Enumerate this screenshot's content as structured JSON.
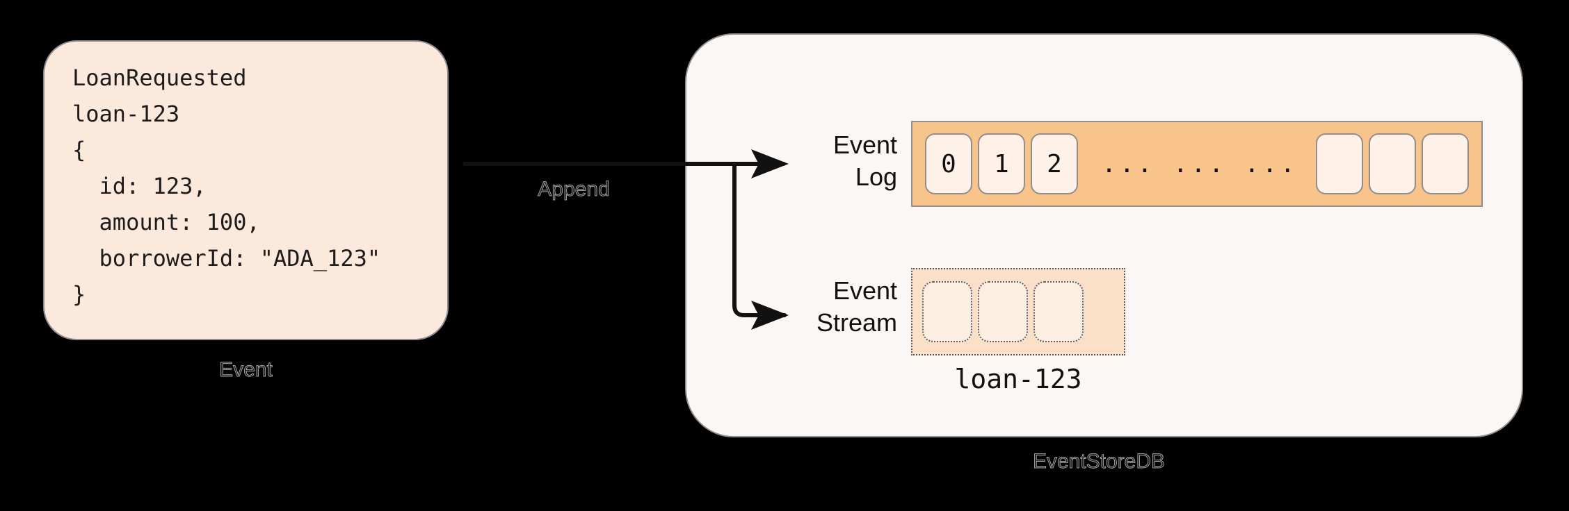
{
  "diagram": {
    "background_color": "#000000",
    "accent_color": "#f8c48a"
  },
  "event_card": {
    "caption": "Event",
    "fill_color": "#fbeadb",
    "code": "LoanRequested\nloan-123\n{\n  id: 123,\n  amount: 100,\n  borrowerId: \"ADA_123\"\n}"
  },
  "connector": {
    "label": "Append"
  },
  "store_card": {
    "caption": "EventStoreDB",
    "fill_color": "#fbf7f4"
  },
  "event_log": {
    "label": "Event\nLog",
    "fill_color": "#f8c48a",
    "slots": [
      "0",
      "1",
      "2"
    ],
    "ellipsis": "... ... ...",
    "empty_slots": 3
  },
  "event_stream": {
    "label": "Event\nStream",
    "fill_color": "#fbe0c8",
    "stream_name": "loan-123",
    "empty_slots": 3
  }
}
